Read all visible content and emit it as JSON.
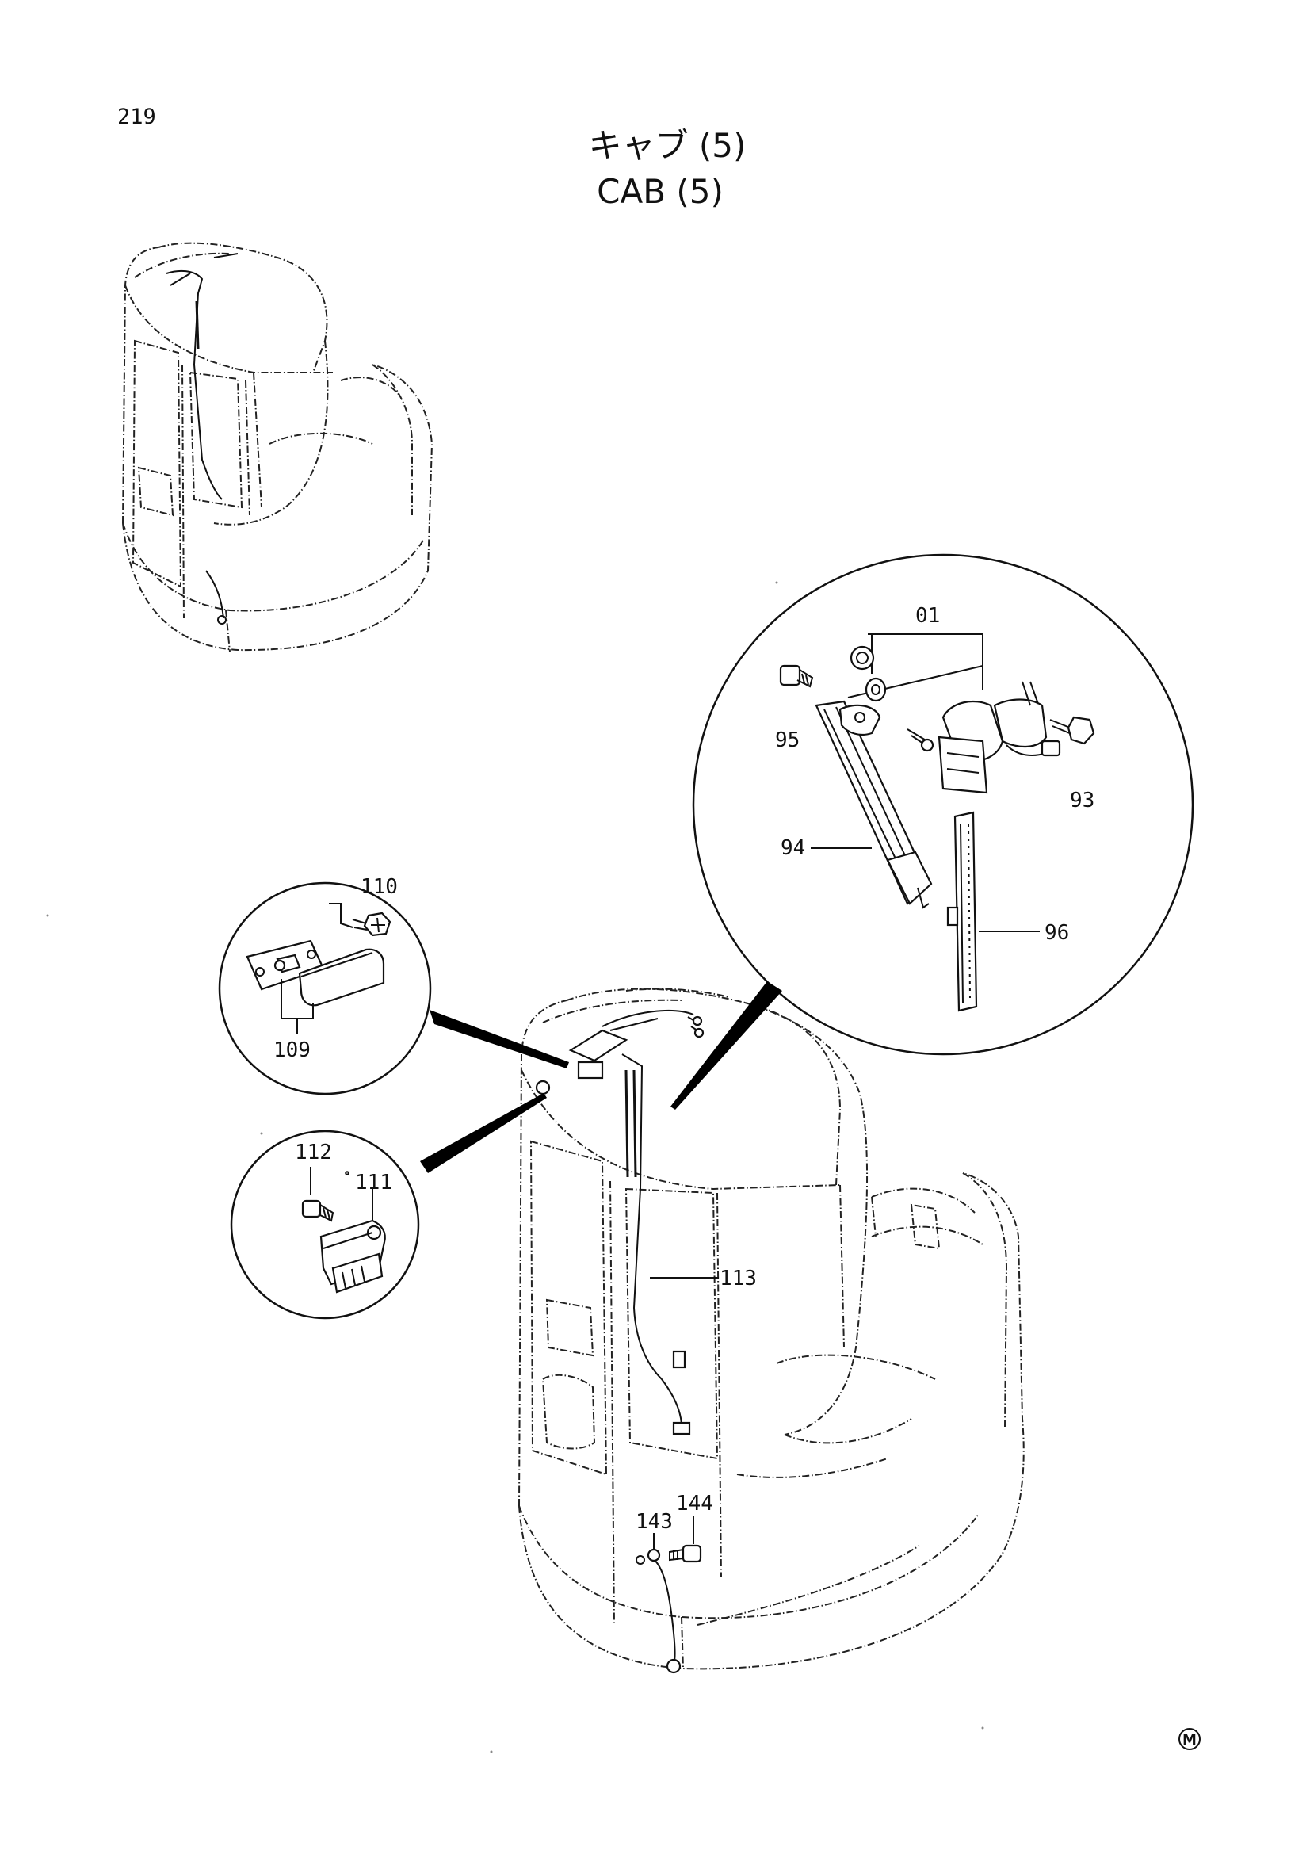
{
  "page_number": "219",
  "title_jp": "キャブ (5)",
  "title_en": "CAB (5)",
  "callouts": {
    "c01": "01",
    "c93": "93",
    "c94": "94",
    "c95": "95",
    "c96": "96",
    "c109": "109",
    "c110": "110",
    "c111": "111",
    "c112": "112",
    "c113": "113",
    "c143": "143",
    "c144": "144"
  },
  "mark": "M"
}
